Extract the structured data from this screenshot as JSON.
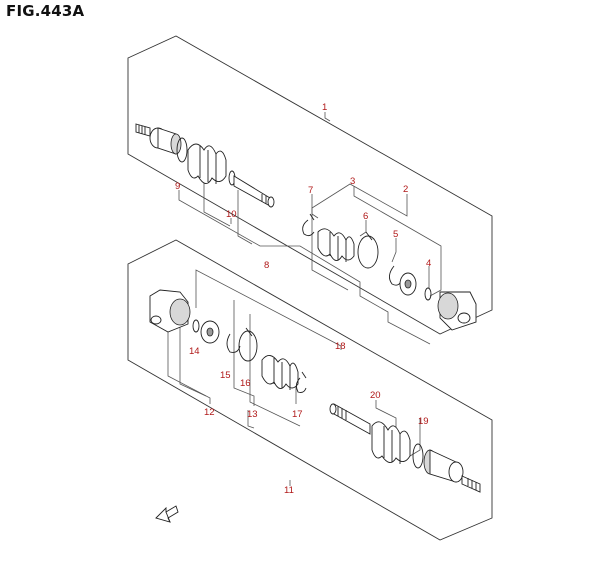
{
  "figure": {
    "title": "FIG.443A"
  },
  "callouts": [
    "1",
    "2",
    "3",
    "4",
    "5",
    "6",
    "7",
    "8",
    "9",
    "10",
    "11",
    "12",
    "13",
    "14",
    "15",
    "16",
    "17",
    "18",
    "19",
    "20"
  ]
}
